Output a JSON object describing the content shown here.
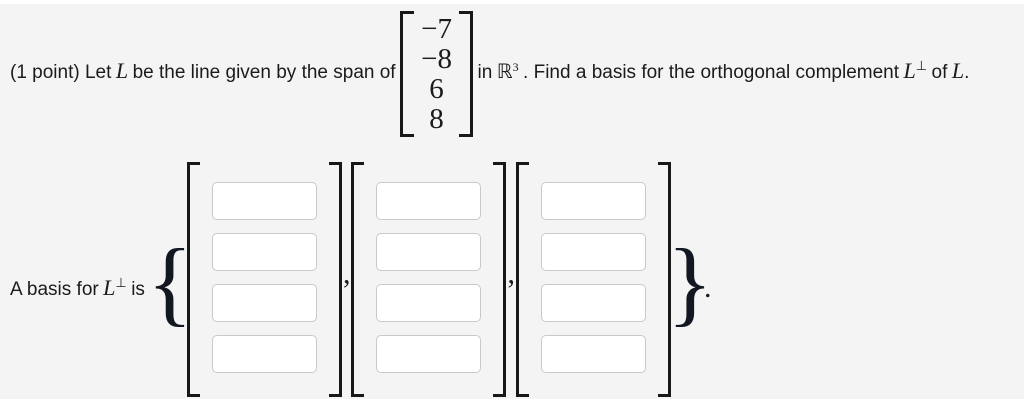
{
  "colors": {
    "background": "#f4f4f5",
    "text": "#1b1b1b",
    "bracket": "#17181a",
    "input_border": "#c9c9c9",
    "input_background": "#ffffff"
  },
  "problem": {
    "prefix": "(1 point) Let",
    "var_L1": "L",
    "before_vector": "be the line given by the span of",
    "vector": [
      "−7",
      "−8",
      "6",
      "8"
    ],
    "in_word": "in",
    "reals_symbol": "ℝ",
    "reals_sup": "3",
    "after_reals": ". Find a basis for the orthogonal complement",
    "var_L2": "L",
    "perp_sup": "⊥",
    "of_word": "of",
    "var_L3": "L",
    "final_period": "."
  },
  "answer": {
    "label_prefix": "A basis for",
    "label_var": "L",
    "label_sup": "⊥",
    "label_suffix": "is",
    "open_brace": "{",
    "close_brace": "}",
    "separator_comma": ",",
    "final_period": ".",
    "vectors": [
      {
        "entries": [
          "",
          "",
          "",
          ""
        ]
      },
      {
        "entries": [
          "",
          "",
          "",
          ""
        ]
      },
      {
        "entries": [
          "",
          "",
          "",
          ""
        ]
      }
    ]
  }
}
